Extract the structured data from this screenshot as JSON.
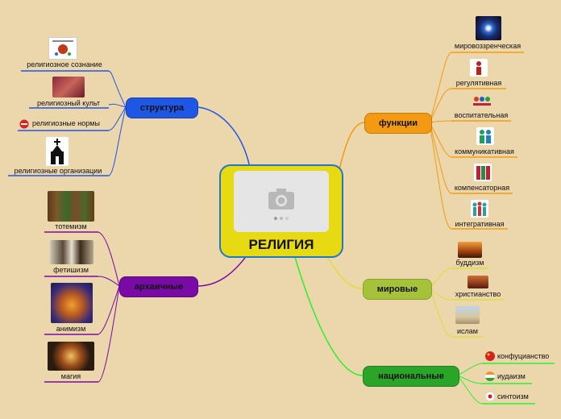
{
  "center": {
    "title": "РЕЛИГИЯ"
  },
  "branches": {
    "structure": {
      "label": "структура",
      "items": [
        "религиозное сознание",
        "религиозный культ",
        "религиозные нормы",
        "религиозные организации"
      ]
    },
    "archaic": {
      "label": "архаичные",
      "items": [
        "тотемизм",
        "фетишизм",
        "анимизм",
        "магия"
      ]
    },
    "functions": {
      "label": "функции",
      "items": [
        "мировоззренческая",
        "регулятивная",
        "воспитательная",
        "коммуникативная",
        "компенсаторная",
        "интегративная"
      ]
    },
    "world": {
      "label": "мировые",
      "items": [
        "буддизм",
        "христианство",
        "ислам"
      ]
    },
    "national": {
      "label": "национальные",
      "items": [
        "конфуцианство",
        "иудаизм",
        "синтоизм"
      ]
    }
  },
  "colors": {
    "background": "#ecd6ab",
    "structure": "#1e56e6",
    "archaic": "#7a0aa6",
    "functions": "#f39a12",
    "world": "#a6c23a",
    "national": "#2aa52a"
  }
}
